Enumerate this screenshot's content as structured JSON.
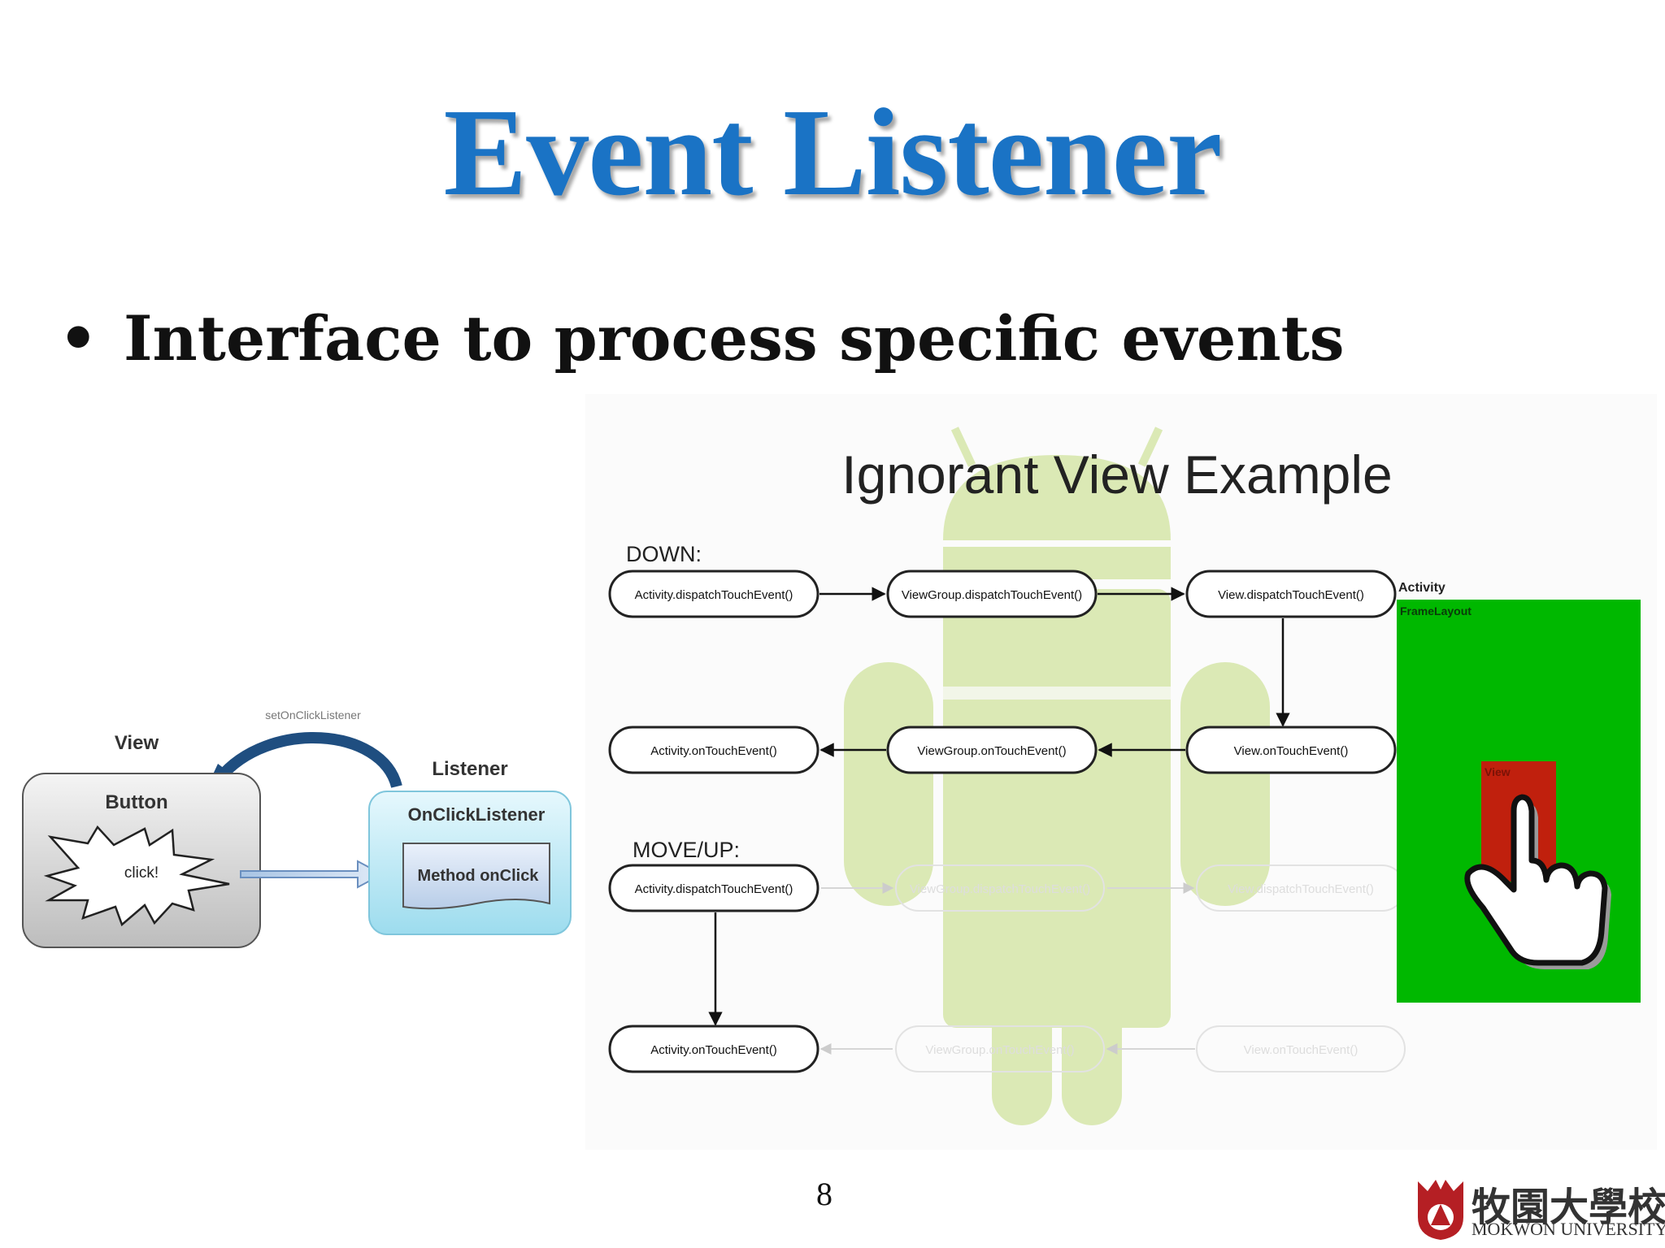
{
  "slide": {
    "title": "Event Listener",
    "bullet": "Interface to process specific events",
    "page_number": "8"
  },
  "logo": {
    "name_cn": "牧園大學校",
    "name_en": "MOKWON UNIVERSITY"
  },
  "listener_diagram": {
    "view_label": "View",
    "button_label": "Button",
    "click_text": "click!",
    "arrow_label": "setOnClickListener",
    "listener_label": "Listener",
    "interface_name": "OnClickListener",
    "method_label": "Method onClick"
  },
  "dispatch_diagram": {
    "title": "Ignorant View Example",
    "down_label": "DOWN:",
    "moveup_label": "MOVE/UP:",
    "nodes": {
      "activity_dispatch": "Activity.dispatchTouchEvent()",
      "viewgroup_dispatch": "ViewGroup.dispatchTouchEvent()",
      "view_dispatch": "View.dispatchTouchEvent()",
      "activity_ontouch": "Activity.onTouchEvent()",
      "viewgroup_ontouch": "ViewGroup.onTouchEvent()",
      "view_ontouch": "View.onTouchEvent()"
    },
    "panel": {
      "activity_label": "Activity",
      "framelayout_label": "FrameLayout",
      "view_label": "View"
    },
    "colors": {
      "android_green": "#c9df8a",
      "panel_green": "#00b800",
      "view_red": "#c0200d"
    }
  }
}
